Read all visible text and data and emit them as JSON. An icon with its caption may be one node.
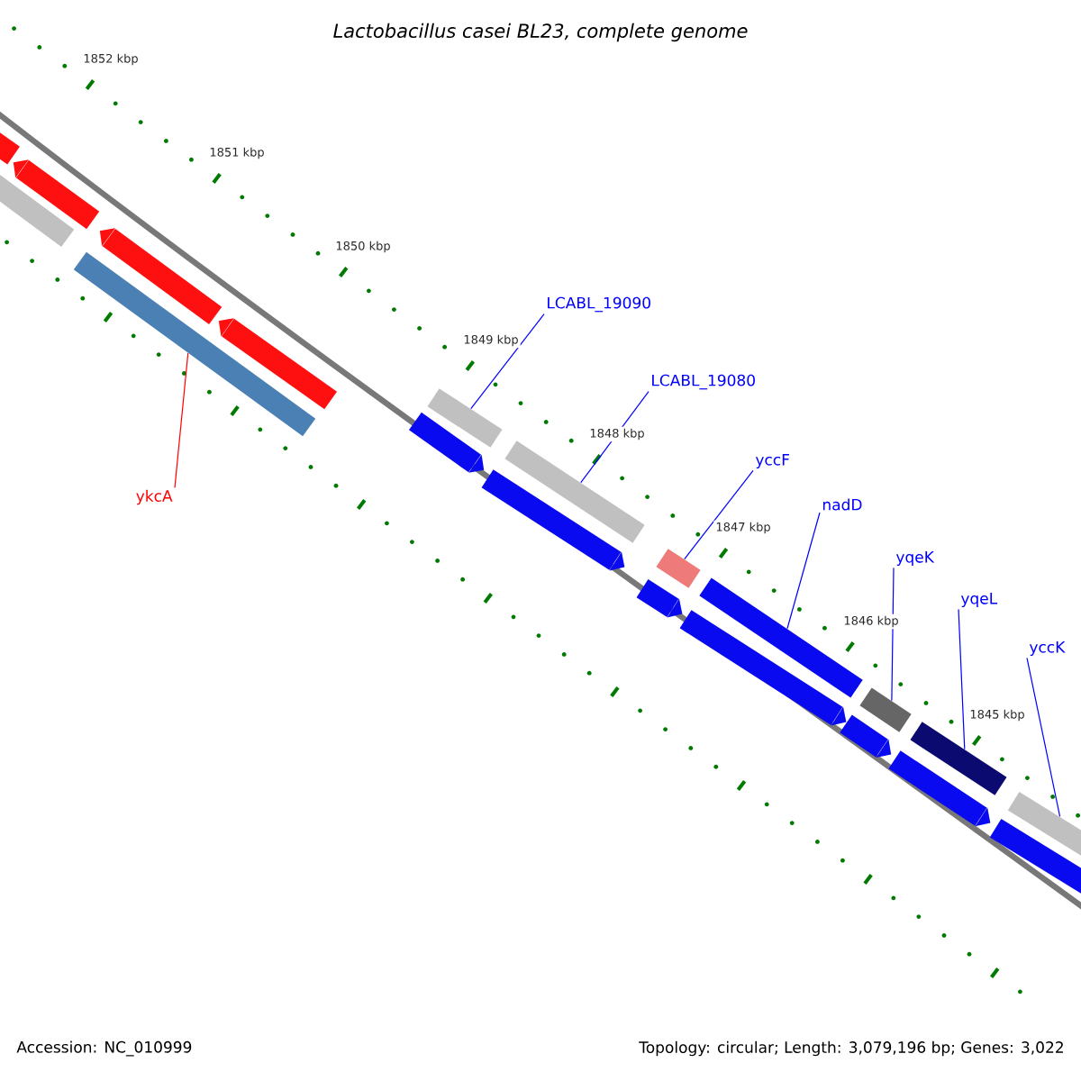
{
  "diagram": {
    "title": "Lactobacillus casei BL23, complete genome",
    "nodes": [
      {
        "text": [],
        "shape": "bar"
      },
      {
        "text": [],
        "shape": "bar"
      },
      {
        "text": [],
        "shape": "bar"
      },
      {
        "text": [],
        "shape": "bar"
      },
      {
        "text": [],
        "shape": "bar"
      },
      {
        "text": [],
        "shape": "bar"
      },
      {
        "text": [],
        "shape": "bar"
      },
      {
        "text": [],
        "shape": "bar"
      },
      {
        "text": [],
        "shape": "bar"
      },
      {
        "text": [],
        "shape": "bar"
      },
      {
        "text": [],
        "shape": "bar"
      },
      {
        "text": [],
        "shape": "bar"
      },
      {
        "text": [],
        "shape": "bar"
      },
      {
        "text": [],
        "shape": "bar"
      },
      {
        "text": [],
        "shape": "bar"
      },
      {
        "text": [],
        "shape": "bar"
      },
      {
        "text": [],
        "shape": "bar"
      },
      {
        "text": [],
        "shape": "bar"
      },
      {
        "text": [],
        "shape": "bar"
      },
      {
        "text": [],
        "shape": "bar"
      },
      {
        "text": [
          "LCABL_19090"
        ]
      },
      {
        "text": [
          "LCABL_19080"
        ]
      },
      {
        "text": [
          "yccF"
        ]
      },
      {
        "text": [
          "nadD"
        ]
      },
      {
        "text": [
          "yqeK"
        ]
      },
      {
        "text": [
          "ykcA"
        ]
      },
      {
        "text": [
          "yqeL"
        ]
      },
      {
        "text": [
          "yccK"
        ]
      }
    ],
    "edges": [
      {
        "from": 20,
        "to": 8,
        "arrow": "none"
      },
      {
        "from": 21,
        "to": 10,
        "arrow": "none"
      },
      {
        "from": 22,
        "to": 12,
        "arrow": "none"
      },
      {
        "from": 23,
        "to": 14,
        "arrow": "none"
      },
      {
        "from": 24,
        "to": 17,
        "arrow": "none"
      },
      {
        "from": 25,
        "to": 5,
        "arrow": "none",
        "color": "#ff0000"
      },
      {
        "from": 26,
        "to": 18,
        "arrow": "none"
      },
      {
        "from": 27,
        "to": 19,
        "arrow": "none"
      }
    ],
    "labels": [
      "1852 kbp",
      "1851 kbp",
      "1850 kbp",
      "1849 kbp",
      "1848 kbp",
      "1847 kbp",
      "1846 kbp",
      "1845 kbp",
      "Accession: NC_010999",
      "Topology: circular; Length: 3,079,196 bp; Genes: 3,022"
    ]
  }
}
